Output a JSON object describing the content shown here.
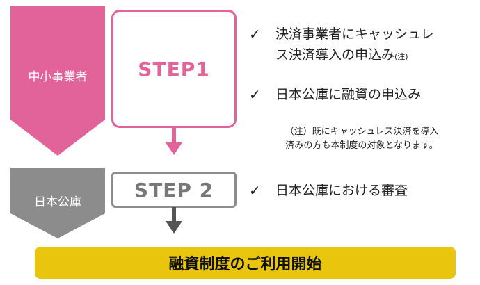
{
  "colors": {
    "pink": "#e2629a",
    "gray": "#8c8c8c",
    "yellow": "#e9c50d"
  },
  "actors": {
    "sme": "中小事業者",
    "jfc": "日本公庫"
  },
  "steps": {
    "step1": "STEP1",
    "step2": "STEP 2"
  },
  "step1_items": [
    {
      "check": "✓",
      "line1": "決済事業者にキャッシュレ",
      "line2": "ス決済導入の申込み",
      "note_marker": "(注)"
    },
    {
      "check": "✓",
      "line1": "日本公庫に融資の申込み"
    }
  ],
  "step2_items": [
    {
      "check": "✓",
      "line1": "日本公庫における審査"
    }
  ],
  "note": {
    "line1": "（注）既にキャッシュレス決済を導入",
    "line2": "済みの方も本制度の対象となります。"
  },
  "banner": "融資制度のご利用開始"
}
